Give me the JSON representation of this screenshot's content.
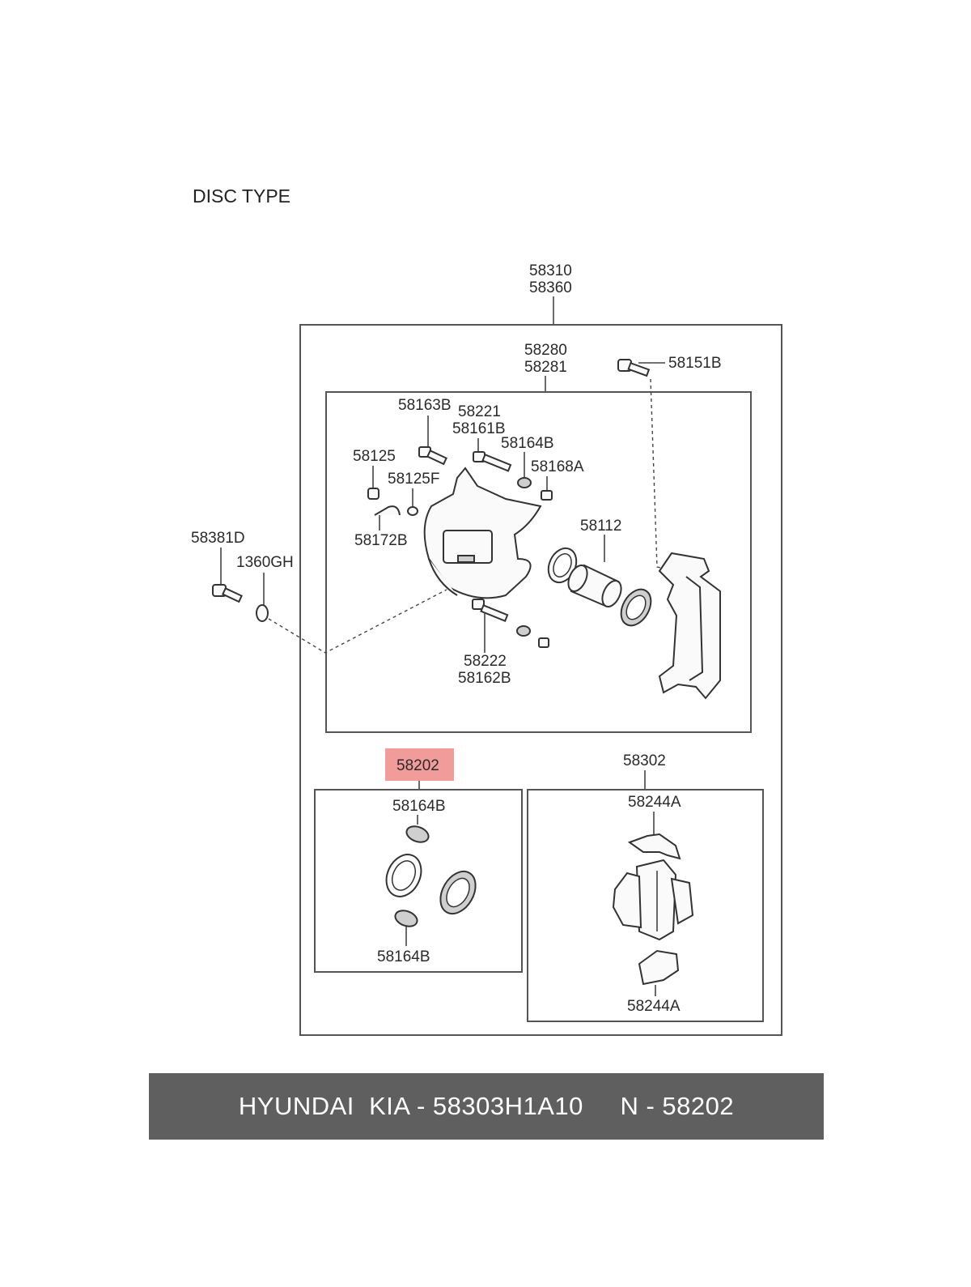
{
  "diagram": {
    "title": "DISC TYPE",
    "labels": {
      "assy_1": "58310",
      "assy_2": "58360",
      "caliper_1": "58280",
      "caliper_2": "58281",
      "bolt_bracket": "58151B",
      "pin_bolt_upper": "58163B",
      "guide_pin_upper_1": "58221",
      "guide_pin_upper_2": "58161B",
      "boot_upper": "58164B",
      "bushing_upper": "58168A",
      "bleeder": "58125",
      "bleeder_cap": "58125F",
      "hose_clip": "58172B",
      "piston": "58112",
      "hose_bolt": "58381D",
      "washer": "1360GH",
      "guide_pin_lower_1": "58222",
      "guide_pin_lower_2": "58162B",
      "seal_kit": "58202",
      "seal_kit_boot_top": "58164B",
      "seal_kit_boot_bottom": "58164B",
      "pad_kit": "58302",
      "pad_spring_top": "58244A",
      "pad_spring_bottom": "58244A"
    },
    "highlight_color": "#f08a8a"
  },
  "banner": {
    "text": "HYUNDAI  KIA - 58303H1A10     N - 58202",
    "background": "#5f5f5f"
  }
}
